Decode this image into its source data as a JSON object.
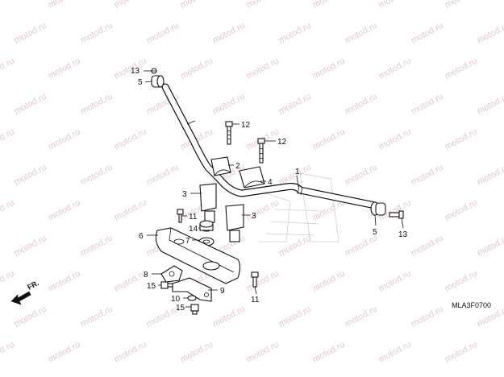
{
  "watermark": "motod.ru",
  "diagram_code": "MLA3F0700",
  "direction_label": "FR.",
  "callouts": {
    "c1": "1",
    "c2": "2",
    "c3a": "3",
    "c3b": "3",
    "c4": "4",
    "c5a": "5",
    "c5b": "5",
    "c6": "6",
    "c7": "7",
    "c8": "8",
    "c9": "9",
    "c10": "10",
    "c11a": "11",
    "c11b": "11",
    "c12a": "12",
    "c12b": "12",
    "c13a": "13",
    "c13b": "13",
    "c14": "14",
    "c15a": "15",
    "c15b": "15"
  },
  "colors": {
    "watermark": "#e6c9c9",
    "line": "#111111",
    "background": "#ffffff"
  }
}
